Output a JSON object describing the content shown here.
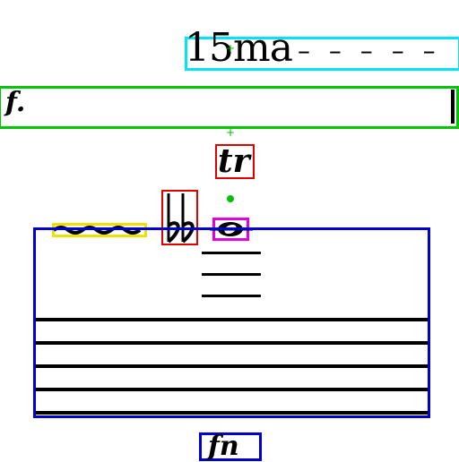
{
  "ottava": {
    "label": "15ma",
    "dashes": "– – – – –"
  },
  "dynamic": {
    "label": "f."
  },
  "trill": {
    "label": "tr"
  },
  "bottom_ornament": {
    "label": "fn"
  },
  "colors": {
    "cyan": "#00e5f0",
    "green": "#00c800",
    "red": "#e00000",
    "blue": "#0000d0",
    "magenta": "#e000e0",
    "yellow": "#f0e000"
  }
}
